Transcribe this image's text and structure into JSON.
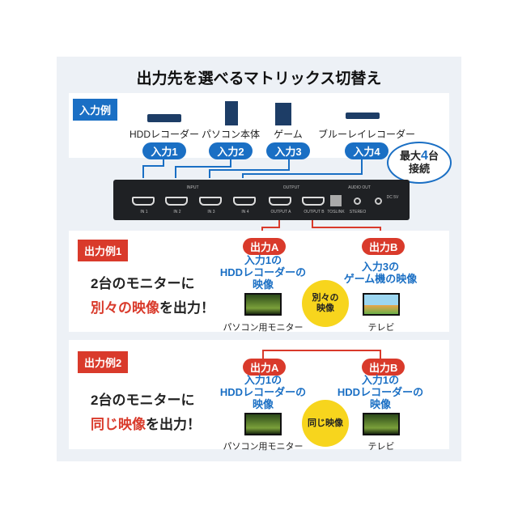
{
  "title": "出力先を選べるマトリックス切替え",
  "input_example": {
    "tag": "入力例",
    "devices": [
      {
        "name": "HDDレコーダー",
        "input": "入力1"
      },
      {
        "name": "パソコン本体",
        "input": "入力2"
      },
      {
        "name": "ゲーム",
        "input": "入力3"
      },
      {
        "name": "ブルーレイレコーダー",
        "input": "入力4"
      }
    ],
    "callout_a": "最大",
    "callout_num": "4",
    "callout_b": "台",
    "callout_c": "接続"
  },
  "device": {
    "input_label": "INPUT",
    "output_label": "OUTPUT",
    "audio_label": "AUDIO OUT",
    "ports": [
      "IN 1",
      "IN 2",
      "IN 3",
      "IN 4",
      "OUTPUT A",
      "OUTPUT B"
    ],
    "toslink": "TOSLINK",
    "stereo": "STEREO",
    "dc": "DC 5V"
  },
  "example1": {
    "tag": "出力例1",
    "line1": "2台のモニターに",
    "hl": "別々の映像",
    "rest": "を出力！",
    "out_a": "出力A",
    "out_b": "出力B",
    "desc_a": "入力1の\nHDDレコーダーの\n映像",
    "desc_b": "入力3の\nゲーム機の映像",
    "bubble": "別々の\n映像",
    "cap_a": "パソコン用モニター",
    "cap_b": "テレビ"
  },
  "example2": {
    "tag": "出力例2",
    "line1": "2台のモニターに",
    "hl": "同じ映像",
    "rest": "を出力！",
    "out_a": "出力A",
    "out_b": "出力B",
    "desc_a": "入力1の\nHDDレコーダーの\n映像",
    "desc_b": "入力1の\nHDDレコーダーの\n映像",
    "bubble": "同じ映像",
    "cap_a": "パソコン用モニター",
    "cap_b": "テレビ"
  }
}
